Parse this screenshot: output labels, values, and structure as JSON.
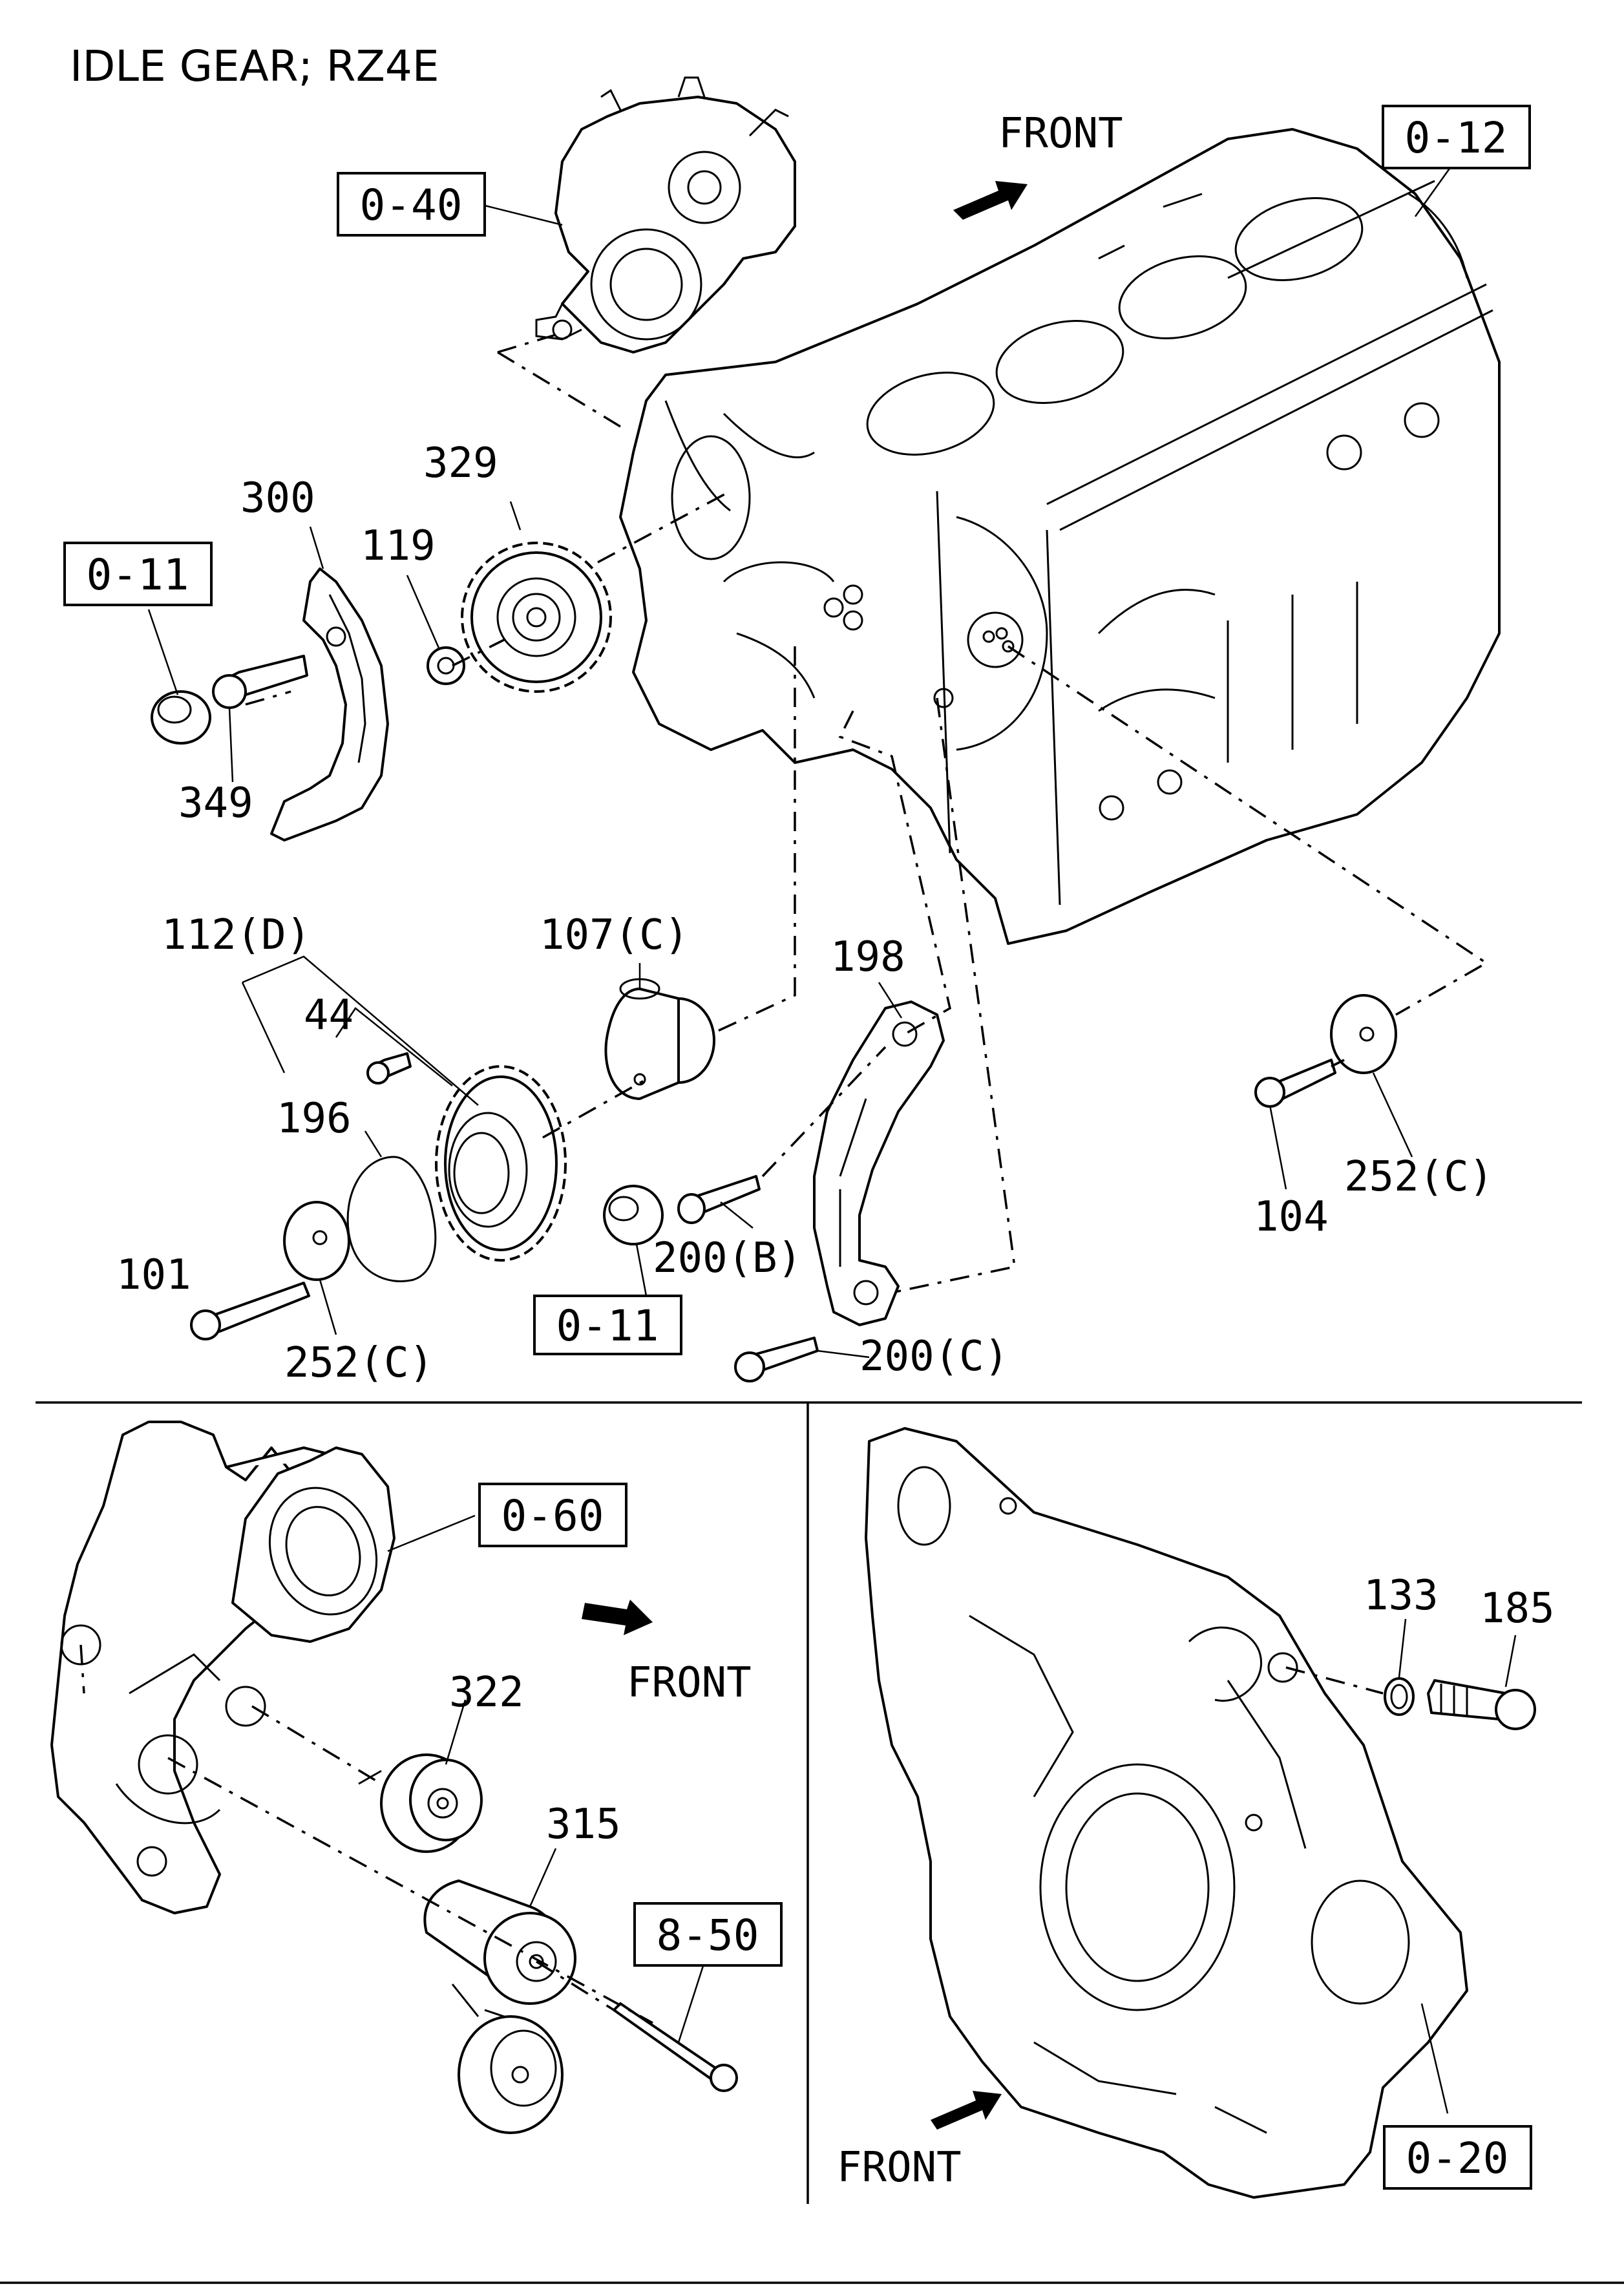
{
  "title": "IDLE GEAR; RZ4E",
  "direction_labels": {
    "top": "FRONT",
    "bottom_left": "FRONT",
    "bottom_right": "FRONT"
  },
  "reference_boxes": {
    "r_0_40": "0-40",
    "r_0_12": "0-12",
    "r_0_11_top": "0-11",
    "r_0_11_bottom": "0-11",
    "r_0_60": "0-60",
    "r_8_50": "8-50",
    "r_0_20": "0-20"
  },
  "part_labels": {
    "p329": "329",
    "p300": "300",
    "p119": "119",
    "p349": "349",
    "p112d": "112(D)",
    "p44": "44",
    "p107c": "107(C)",
    "p198": "198",
    "p196": "196",
    "p101": "101",
    "p252c_left": "252(C)",
    "p200b": "200(B)",
    "p200c": "200(C)",
    "p104": "104",
    "p252c_right": "252(C)",
    "p322": "322",
    "p315": "315",
    "p133": "133",
    "p185": "185"
  }
}
